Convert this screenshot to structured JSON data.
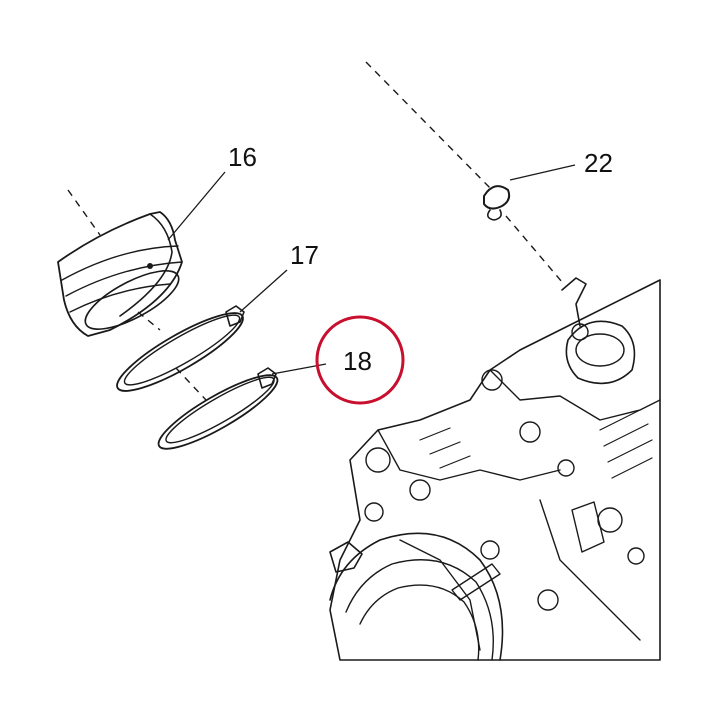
{
  "diagram": {
    "callouts": [
      {
        "id": "16",
        "label": "16"
      },
      {
        "id": "17",
        "label": "17"
      },
      {
        "id": "18",
        "label": "18",
        "highlighted": true
      },
      {
        "id": "22",
        "label": "22"
      }
    ],
    "highlight_color": "#c8102e",
    "line_color": "#1a1a1a",
    "background": "#ffffff"
  }
}
